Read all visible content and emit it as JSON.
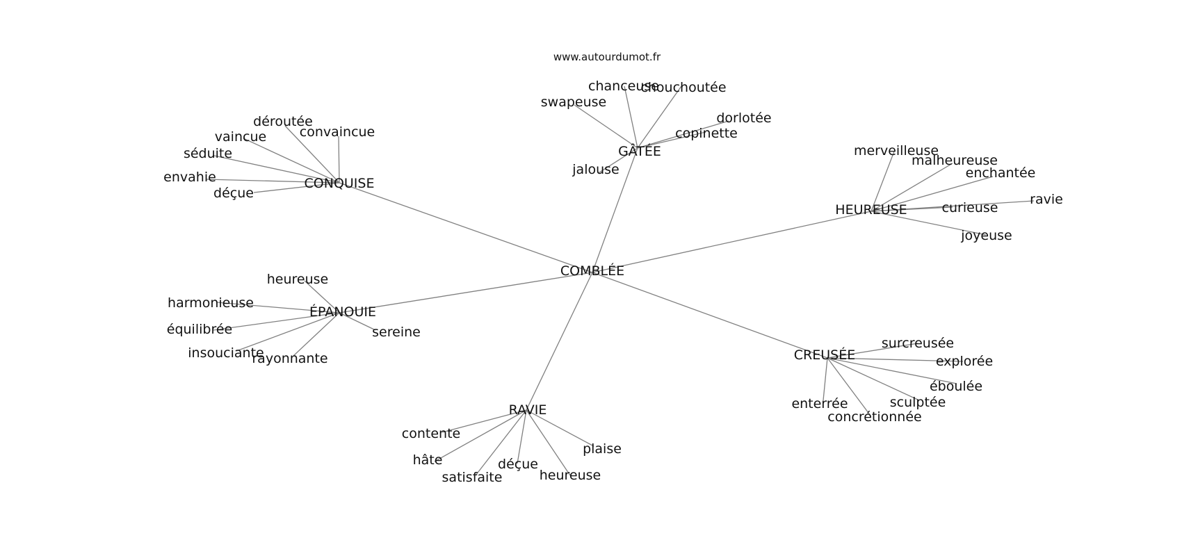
{
  "watermark": "www.autourdumot.fr",
  "center": "COMBLÉE",
  "edge_color": "#808080",
  "clusters": [
    {
      "label": "CONQUISE",
      "leaves": [
        "déroutée",
        "convaincue",
        "vaincue",
        "séduite",
        "envahie",
        "déçue"
      ]
    },
    {
      "label": "GÂTÉE",
      "leaves": [
        "chanceuse",
        "chouchoutée",
        "swapeuse",
        "dorlotée",
        "copinette",
        "jalouse"
      ]
    },
    {
      "label": "HEUREUSE",
      "leaves": [
        "merveilleuse",
        "malheureuse",
        "enchantée",
        "ravie",
        "curieuse",
        "joyeuse"
      ]
    },
    {
      "label": "ÉPANOUIE",
      "leaves": [
        "heureuse",
        "harmonieuse",
        "équilibrée",
        "insouciante",
        "rayonnante",
        "sereine"
      ]
    },
    {
      "label": "CREUSÉE",
      "leaves": [
        "surcreusée",
        "explorée",
        "éboulée",
        "sculptée",
        "enterrée",
        "concrétionnée"
      ]
    },
    {
      "label": "RAVIE",
      "leaves": [
        "contente",
        "hâte",
        "satisfaite",
        "déçue",
        "heureuse",
        "plaise"
      ]
    }
  ]
}
